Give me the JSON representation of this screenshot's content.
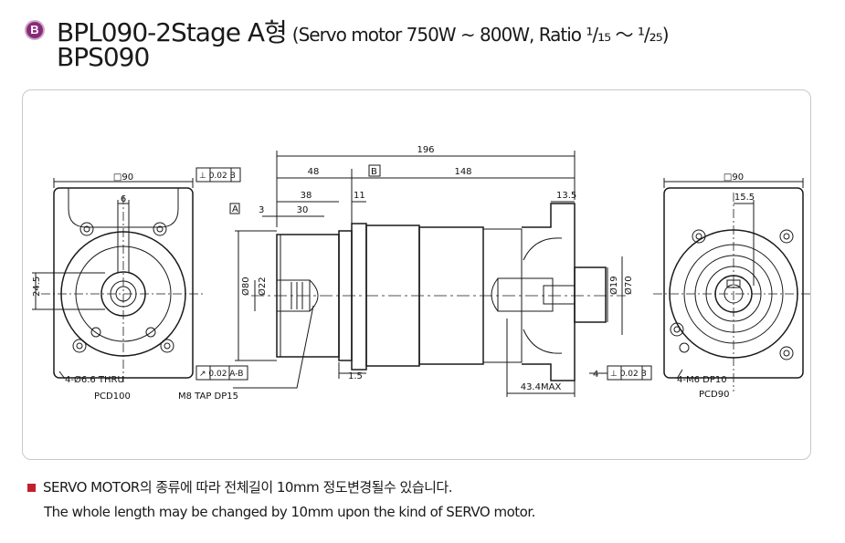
{
  "header": {
    "badge": "B",
    "model": "BPL090-2Stage A형",
    "spec": "(Servo motor 750W ~ 800W, Ratio ¹/₁₅  ～ ¹/₂₅)",
    "model2": "BPS090"
  },
  "drawing": {
    "left_view": {
      "square": "□90",
      "key_width": "6",
      "key_height": "24.5",
      "bolt_note": "4-Ø6.6 THRU",
      "pcd": "PCD100"
    },
    "side_view": {
      "total_length": "196",
      "dim_48": "48",
      "dim_148": "148",
      "dim_38": "38",
      "dim_30": "30",
      "dim_3": "3",
      "dim_11": "11",
      "dim_13_5": "13.5",
      "dim_1_5": "1.5",
      "dim_4": "4",
      "dim_43_4max": "43.4MAX",
      "dia_80": "Ø80",
      "dia_22": "Ø22",
      "dia_19": "Ø19",
      "dia_70": "Ø70",
      "tap_note": "M8 TAP DP15",
      "datum_a": "A",
      "datum_b": "B",
      "tol_perp_top": "⊥ 0.02  B",
      "tol_runout": "↗ 0.02  A-B",
      "tol_perp_bottom": "⊥ 0.02  B"
    },
    "right_view": {
      "square": "□90",
      "key_dim": "15.5",
      "tap_note": "4-M6 DP10",
      "pcd": "PCD90"
    }
  },
  "notes": {
    "korean": "SERVO MOTOR의 종류에 따라 전체길이 10mm 정도변경될수 있습니다.",
    "english": "The whole length may be changed by 10mm upon the kind of SERVO motor."
  },
  "colors": {
    "accent": "#c21f2c",
    "badge": "#8a2a7a",
    "line": "#1a1a1a"
  }
}
